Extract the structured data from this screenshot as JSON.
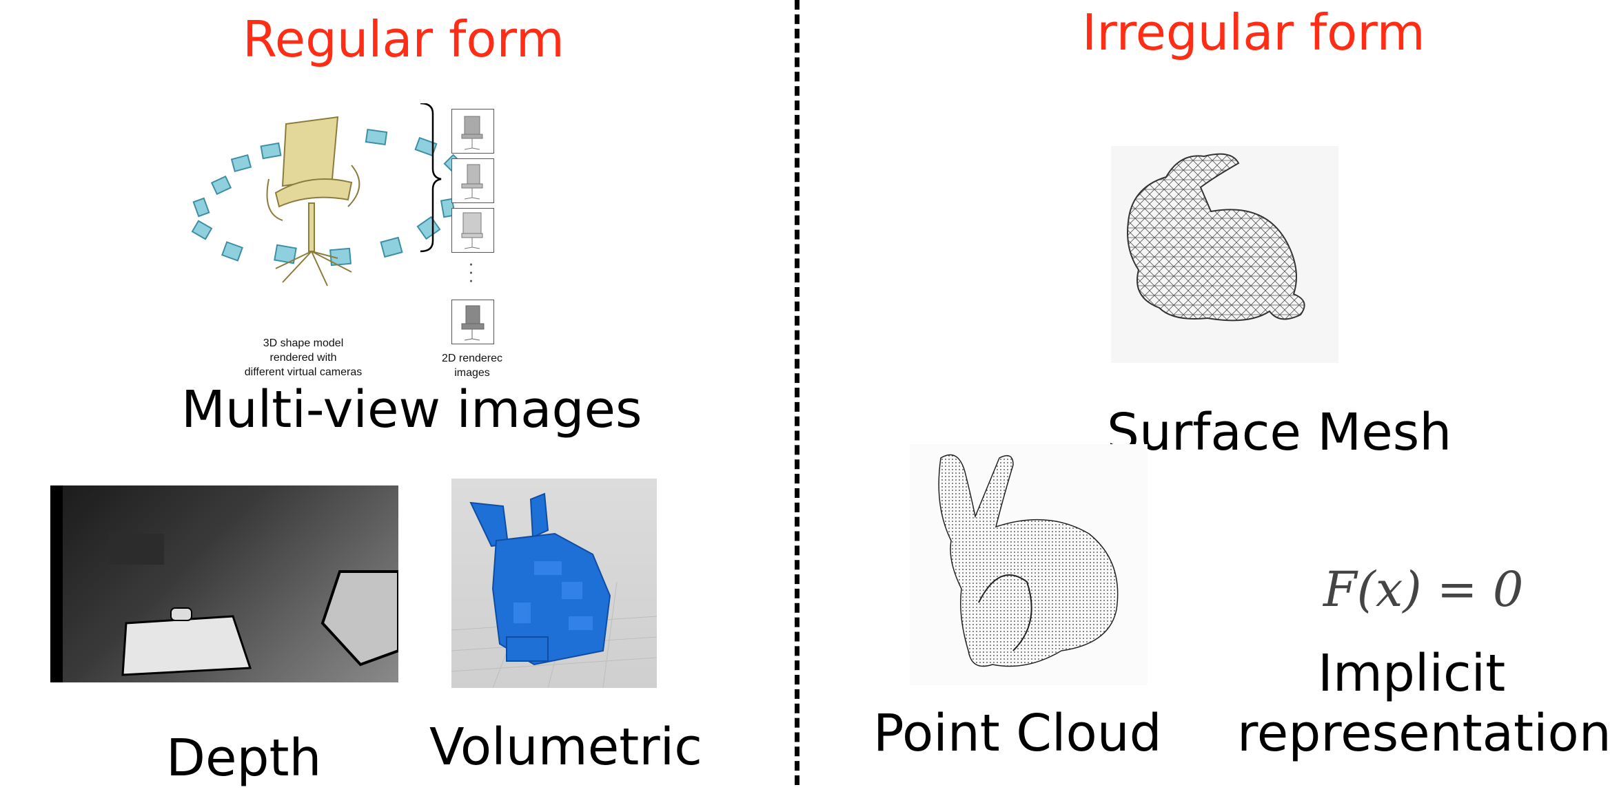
{
  "left": {
    "heading": "Regular form",
    "multiview": {
      "label": "Multi-view images",
      "caption_left": [
        "3D shape model",
        "rendered with",
        "different virtual cameras"
      ],
      "caption_right": [
        "2D renderec",
        "images"
      ]
    },
    "depth_label": "Depth",
    "volumetric_label": "Volumetric"
  },
  "right": {
    "heading": "Irregular form",
    "mesh_label": "Surface Mesh",
    "pointcloud_label": "Point Cloud",
    "equation": "F(x) = 0",
    "implicit_label_line1": "Implicit",
    "implicit_label_line2": "representation"
  },
  "colors": {
    "heading": "#ff2d16",
    "voxel": "#1e6fd6",
    "camera": "#7ec6d6",
    "chair": "#e3d79a"
  }
}
